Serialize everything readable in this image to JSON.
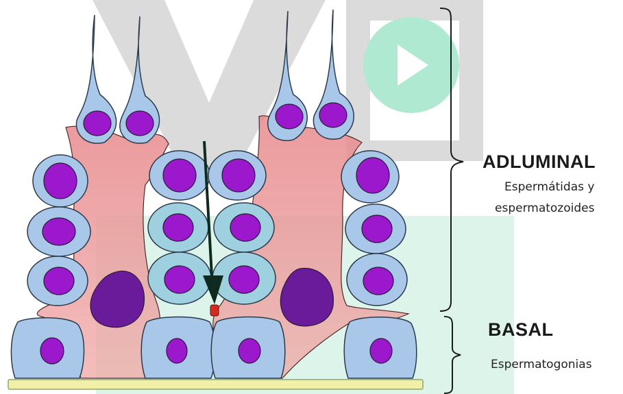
{
  "labels": {
    "adluminal": {
      "title": "ADLUMINAL",
      "line1": "Espermátidas y",
      "line2": "espermatozoides"
    },
    "basal": {
      "title": "BASAL",
      "line1": "Espermatogonias"
    }
  },
  "colors": {
    "cell_fill": "#a9c7e8",
    "cell_fill_teal": "#9fd0df",
    "nucleus": "#9b18cc",
    "nucleus_dark": "#6a1b9a",
    "sertoli": "#e58f92",
    "basement_membrane": "#f2f0a8",
    "arrow": "#0f2a1e",
    "junction": "#d42a1f",
    "watermark_gray": "#c8c8c8",
    "watermark_green": "#7fd9b5"
  }
}
